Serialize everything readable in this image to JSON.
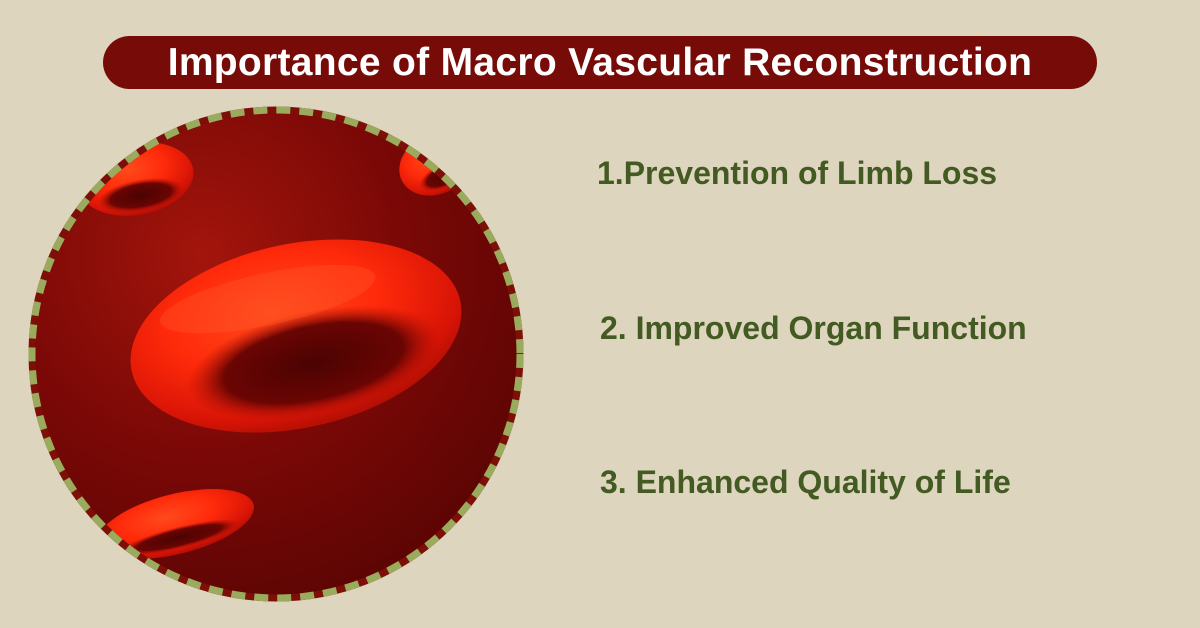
{
  "title": "Importance of Macro Vascular Reconstruction",
  "illustration": {
    "icon": "red-blood-cells-icon",
    "colors": {
      "background_dark": "#6e0706",
      "cell_red": "#ff2a0a",
      "dashed_border_green": "#9aab5e",
      "dashed_border_red": "#7d0e08"
    }
  },
  "points": [
    {
      "label": "1.Prevention of Limb Loss"
    },
    {
      "label": "2. Improved Organ Function"
    },
    {
      "label": "3. Enhanced Quality of Life"
    }
  ],
  "colors": {
    "page_background": "#ddd5bd",
    "banner_background": "#770b07",
    "banner_text": "#ffffff",
    "point_text": "#435a22"
  }
}
